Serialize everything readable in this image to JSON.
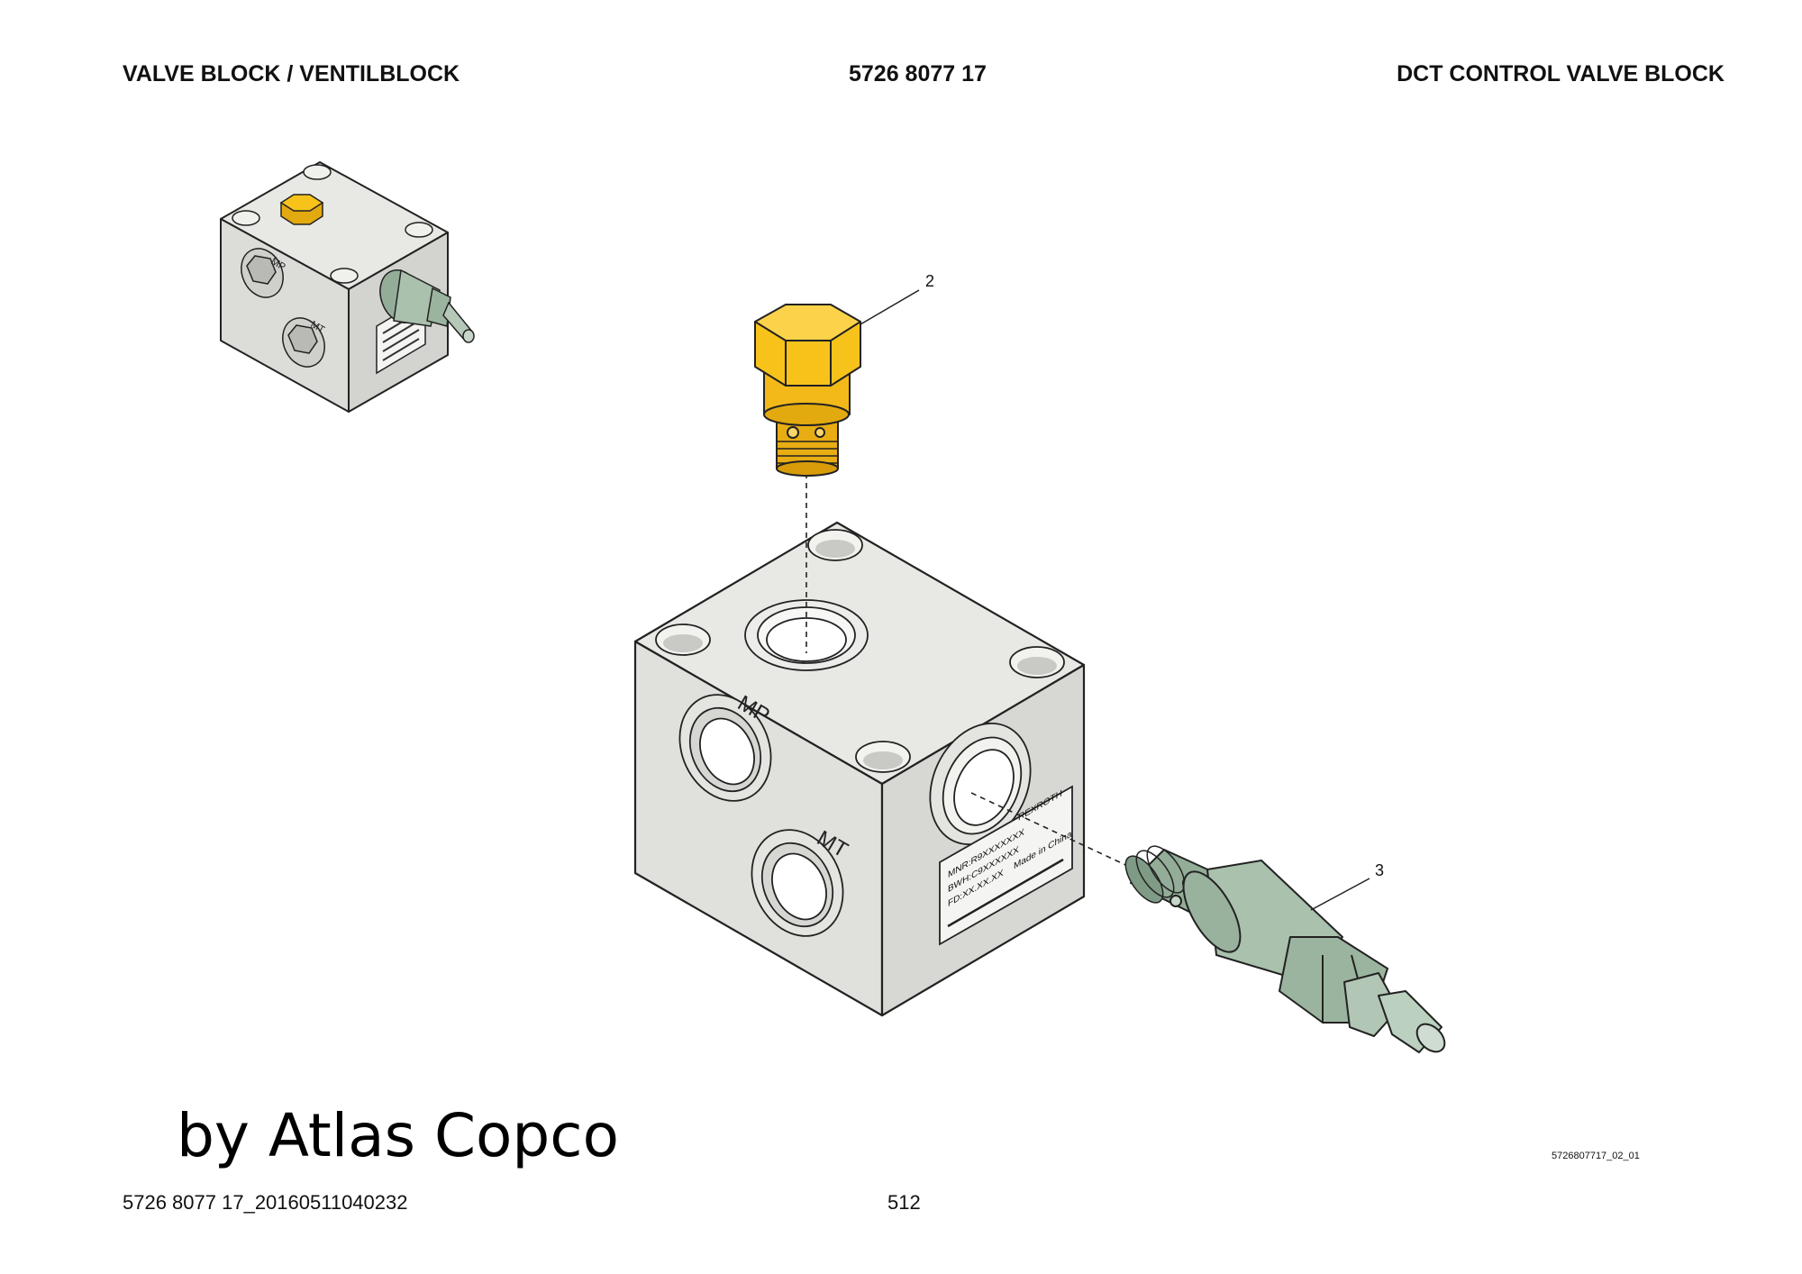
{
  "header": {
    "left": "VALVE BLOCK / VENTILBLOCK",
    "center": "5726 8077 17",
    "right": "DCT CONTROL VALVE BLOCK"
  },
  "callouts": [
    "2",
    "3"
  ],
  "block": {
    "port_mp": "MP",
    "port_mt": "MT",
    "label_lines": [
      "REXROTH",
      "MNR:R9XXXXXXX",
      "BWH:C9XXXXXX",
      "FD:XX.XX.XX",
      "Made in China"
    ]
  },
  "thumbnail": {
    "port_mp": "MP",
    "port_mt": "MT"
  },
  "footer": {
    "doc_id": "5726 8077 17_20160511040232",
    "page_number": "512",
    "figure_code": "5726807717_02_01"
  },
  "watermark": "by Atlas Copco",
  "colors": {
    "block_fill": "#e2e2de",
    "plug_yellow": "#f7c31b",
    "valve_green": "#a9c1ad",
    "outline": "#222222"
  }
}
